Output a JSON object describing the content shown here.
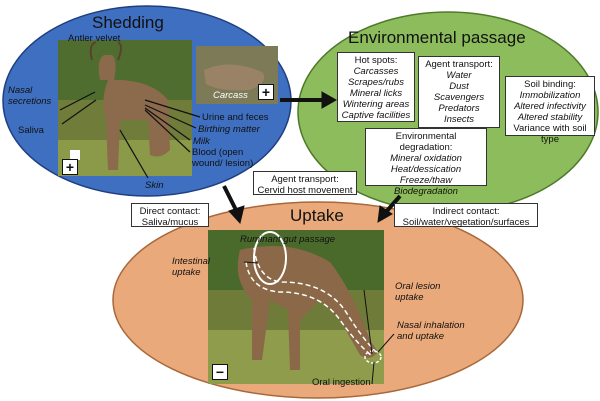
{
  "shedding": {
    "title": "Shedding",
    "antler_velvet": "Antler velvet",
    "nasal_secretions": "Nasal secretions",
    "saliva": "Saliva",
    "urine_feces": "Urine and feces",
    "birthing_matter": "Birthing matter",
    "milk": "Milk",
    "blood": "Blood (open wound/ lesion)",
    "skin": "Skin",
    "carcass": "Carcass",
    "plus": "+"
  },
  "environmental_passage": {
    "title": "Environmental passage",
    "hot_spots": {
      "heading": "Hot spots:",
      "items": [
        "Carcasses",
        "Scrapes/rubs",
        "Mineral licks",
        "Wintering areas",
        "Captive facilities"
      ]
    },
    "agent_transport": {
      "heading": "Agent transport:",
      "items": [
        "Water",
        "Dust",
        "Scavengers",
        "Predators",
        "Insects"
      ]
    },
    "soil_binding": {
      "heading": "Soil binding:",
      "items": [
        "Immobilization",
        "Altered infectivity",
        "Altered stability",
        "Variance with soil type"
      ]
    },
    "degradation": {
      "heading": "Environmental degradation:",
      "items": [
        "Mineral oxidation",
        "Heat/dessication",
        "Freeze/thaw",
        "Biodegradation"
      ]
    }
  },
  "uptake": {
    "title": "Uptake",
    "ruminant_gut": "Ruminant gut passage",
    "intestinal_uptake": "Intestinal uptake",
    "oral_lesion": "Oral lesion uptake",
    "nasal_inhalation": "Nasal inhalation and uptake",
    "oral_ingestion": "Oral ingestion",
    "minus": "−"
  },
  "connectors": {
    "cervid": {
      "heading": "Agent transport:",
      "text": "Cervid host movement"
    },
    "direct": {
      "heading": "Direct contact:",
      "text": "Saliva/mucus"
    },
    "indirect": {
      "heading": "Indirect contact:",
      "text": "Soil/water/vegetation/surfaces"
    }
  },
  "colors": {
    "shedding_fill": "#3f6fc0",
    "environment_fill": "#8dbc5c",
    "uptake_fill": "#e9a97a"
  }
}
